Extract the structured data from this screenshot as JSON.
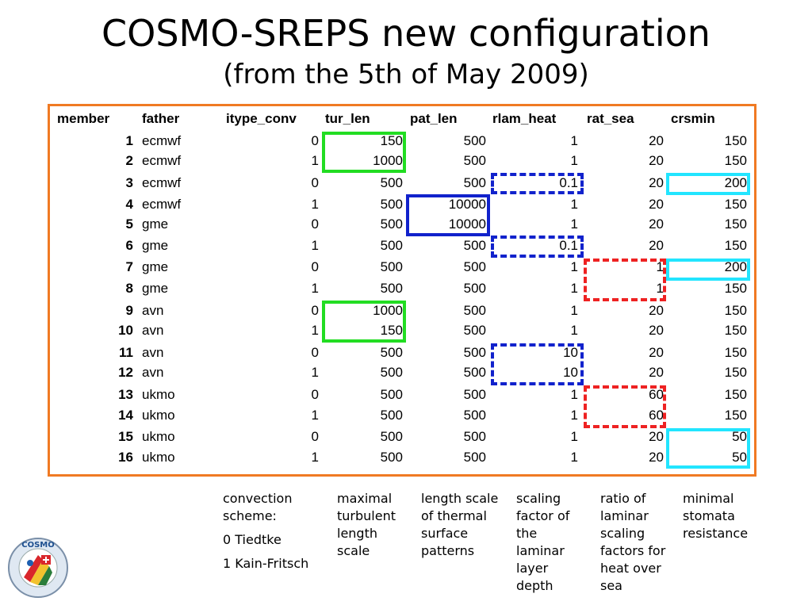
{
  "title": "COSMO-SREPS new configuration",
  "subtitle": "(from the 5th of May 2009)",
  "table": {
    "headers": [
      "member",
      "father",
      "itype_conv",
      "tur_len",
      "pat_len",
      "rlam_heat",
      "rat_sea",
      "crsmin"
    ],
    "rows": [
      [
        "1",
        "ecmwf",
        "0",
        "150",
        "500",
        "1",
        "20",
        "150"
      ],
      [
        "2",
        "ecmwf",
        "1",
        "1000",
        "500",
        "1",
        "20",
        "150"
      ],
      [
        "3",
        "ecmwf",
        "0",
        "500",
        "500",
        "0.1",
        "20",
        "200"
      ],
      [
        "4",
        "ecmwf",
        "1",
        "500",
        "10000",
        "1",
        "20",
        "150"
      ],
      [
        "5",
        "gme",
        "0",
        "500",
        "10000",
        "1",
        "20",
        "150"
      ],
      [
        "6",
        "gme",
        "1",
        "500",
        "500",
        "0.1",
        "20",
        "150"
      ],
      [
        "7",
        "gme",
        "0",
        "500",
        "500",
        "1",
        "1",
        "200"
      ],
      [
        "8",
        "gme",
        "1",
        "500",
        "500",
        "1",
        "1",
        "150"
      ],
      [
        "9",
        "avn",
        "0",
        "1000",
        "500",
        "1",
        "20",
        "150"
      ],
      [
        "10",
        "avn",
        "1",
        "150",
        "500",
        "1",
        "20",
        "150"
      ],
      [
        "11",
        "avn",
        "0",
        "500",
        "500",
        "10",
        "20",
        "150"
      ],
      [
        "12",
        "avn",
        "1",
        "500",
        "500",
        "10",
        "20",
        "150"
      ],
      [
        "13",
        "ukmo",
        "0",
        "500",
        "500",
        "1",
        "60",
        "150"
      ],
      [
        "14",
        "ukmo",
        "1",
        "500",
        "500",
        "1",
        "60",
        "150"
      ],
      [
        "15",
        "ukmo",
        "0",
        "500",
        "500",
        "1",
        "20",
        "50"
      ],
      [
        "16",
        "ukmo",
        "1",
        "500",
        "500",
        "1",
        "20",
        "50"
      ]
    ]
  },
  "notes": [
    {
      "lines": [
        "convection",
        "scheme:",
        "",
        "0 Tiedtke",
        "",
        "1 Kain-Fritsch"
      ]
    },
    {
      "lines": [
        "maximal",
        "turbulent",
        "length",
        "scale"
      ]
    },
    {
      "lines": [
        "length scale",
        "of thermal",
        "surface",
        "patterns"
      ]
    },
    {
      "lines": [
        "scaling",
        "factor of",
        "the",
        "laminar",
        "layer",
        "depth"
      ]
    },
    {
      "lines": [
        "ratio of",
        "laminar",
        "scaling",
        "factors for",
        "heat over",
        "sea"
      ]
    },
    {
      "lines": [
        "minimal",
        "stomata",
        "resistance"
      ]
    }
  ],
  "logo": {
    "text": "COSMO"
  },
  "colors": {
    "frame": "#f07a23",
    "green": "#22dd22",
    "blue": "#1122cc",
    "red": "#ee2222",
    "cyan": "#22e5ff"
  }
}
